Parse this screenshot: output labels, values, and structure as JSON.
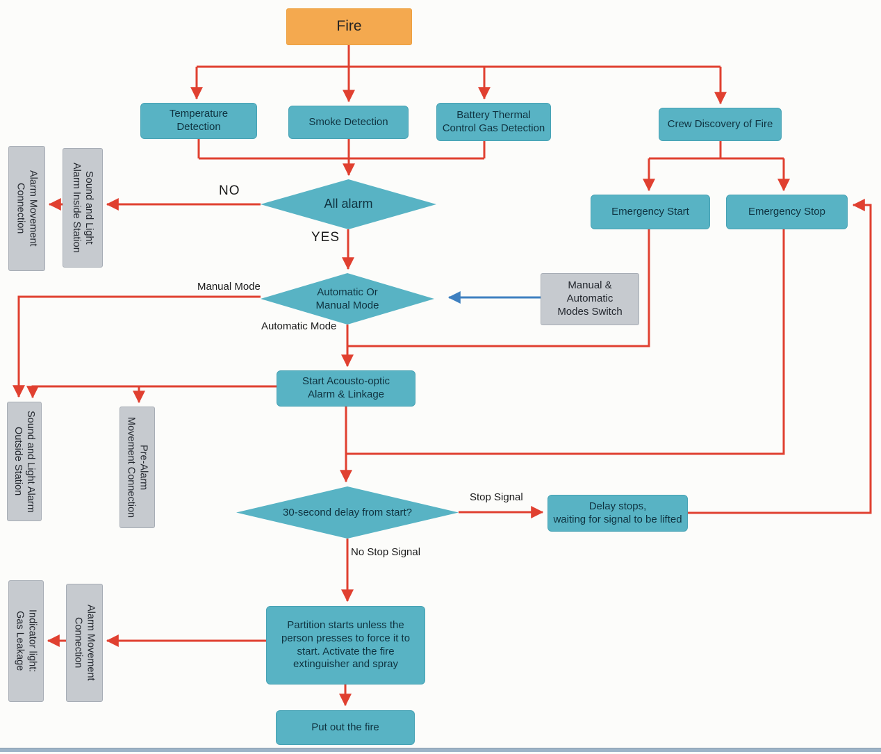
{
  "title": "Fire alarm system flowchart",
  "colors": {
    "node_orange": "#f4a94f",
    "node_teal": "#58b3c4",
    "node_gray": "#c6cacf",
    "arrow_red": "#e04030",
    "arrow_blue": "#3e80c0",
    "text_dark": "#0f3340"
  },
  "nodes": {
    "fire": {
      "label": "Fire"
    },
    "temperature": {
      "label": "Temperature\nDetection"
    },
    "smoke": {
      "label": "Smoke Detection"
    },
    "battery": {
      "label": "Battery Thermal\nControl Gas Detection"
    },
    "crew": {
      "label": "Crew Discovery of Fire"
    },
    "emergency_start": {
      "label": "Emergency Start"
    },
    "emergency_stop": {
      "label": "Emergency Stop"
    },
    "all_alarm": {
      "label": "All alarm"
    },
    "alarm_movement_top": {
      "label": "Alarm Movement\nConnection"
    },
    "inside_station": {
      "label": "Sound and Light\nAlarm Inside Station"
    },
    "auto_or_manual": {
      "label": "Automatic Or\nManual Mode"
    },
    "modes_switch": {
      "label": "Manual &\nAutomatic\nModes Switch"
    },
    "start_acousto": {
      "label": "Start Acousto-optic\nAlarm & Linkage"
    },
    "outside_station": {
      "label": "Sound and Light Alarm\nOutside Station"
    },
    "pre_alarm": {
      "label": "Pre-Alarm\nMovement Connection"
    },
    "delay_question": {
      "label": "30-second delay from start?"
    },
    "delay_stops": {
      "label": "Delay stops,\nwaiting for signal to be lifted"
    },
    "partition": {
      "label": "Partition starts unless the\nperson presses to force it to\nstart. Activate the fire\nextinguisher and spray"
    },
    "indicator": {
      "label": "Indicator light:\nGas Leakage"
    },
    "alarm_movement_bottom": {
      "label": "Alarm Movement\nConnection"
    },
    "put_out": {
      "label": "Put out the fire"
    }
  },
  "edge_labels": {
    "no": "NO",
    "yes": "YES",
    "manual_mode": "Manual Mode",
    "automatic_mode": "Automatic Mode",
    "stop_signal": "Stop Signal",
    "no_stop_signal": "No Stop Signal"
  }
}
